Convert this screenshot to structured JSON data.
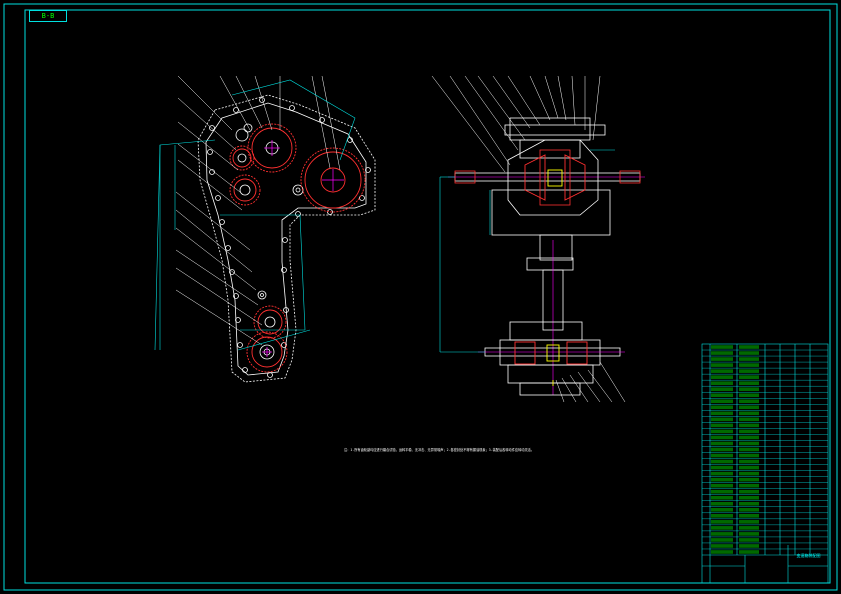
{
  "drawing": {
    "corner_tag": "B-B",
    "note": "注：1.所有齿轮副均应进行磨合试验，运转平稳、无冲击、无异常噪声；2.各密封处不得有漏油现象；3.装配后各转动件应转动灵活。",
    "title_block": "变速箱装配图",
    "colors": {
      "background": "#000000",
      "frame": "#00e0e0",
      "outline": "#ffffff",
      "gear": "#ff3030",
      "dimension": "#00e0e0",
      "center_line": "#ff00ff",
      "leader": "#ffffff",
      "highlight": "#ffff00",
      "table_text": "#00ff00"
    }
  }
}
